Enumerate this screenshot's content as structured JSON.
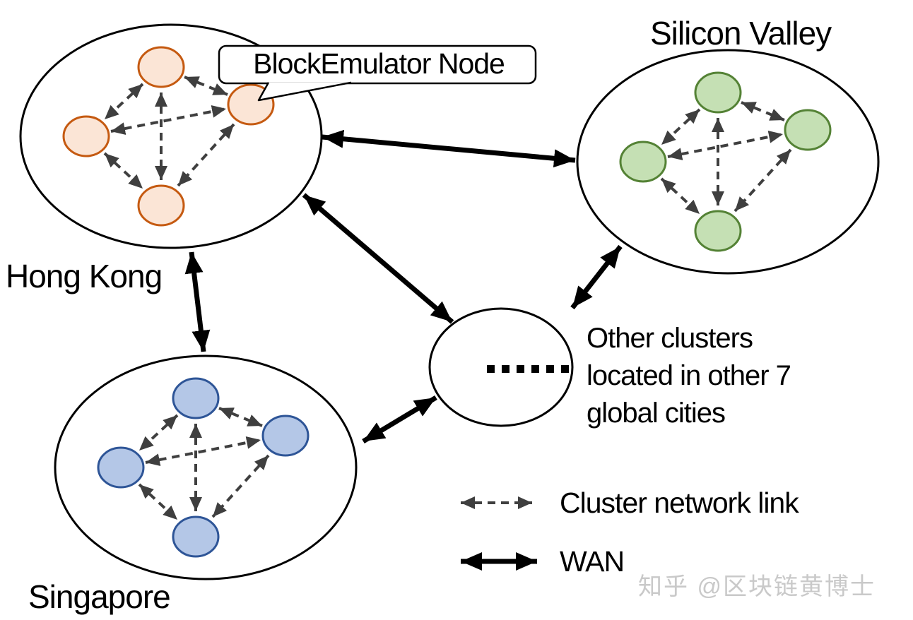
{
  "diagram": {
    "callout": {
      "label": "BlockEmulator Node"
    },
    "clusters": [
      {
        "id": "hong-kong",
        "label": "Hong Kong",
        "node_fill": "#FBE5D6",
        "node_stroke": "#C55A11"
      },
      {
        "id": "silicon-valley",
        "label": "Silicon Valley",
        "node_fill": "#C5E0B4",
        "node_stroke": "#548235"
      },
      {
        "id": "singapore",
        "label": "Singapore",
        "node_fill": "#B4C7E7",
        "node_stroke": "#2E5597"
      }
    ],
    "other_clusters": {
      "dots": "......",
      "description_lines": [
        "Other clusters",
        "located in other 7",
        "global cities"
      ]
    },
    "legend": {
      "cluster_link_label": "Cluster network link",
      "wan_label": "WAN"
    },
    "colors": {
      "cluster_link": "#3F3F3F",
      "wan": "#000000",
      "outline": "#000000"
    },
    "watermark": "知乎 @区块链黄博士"
  }
}
